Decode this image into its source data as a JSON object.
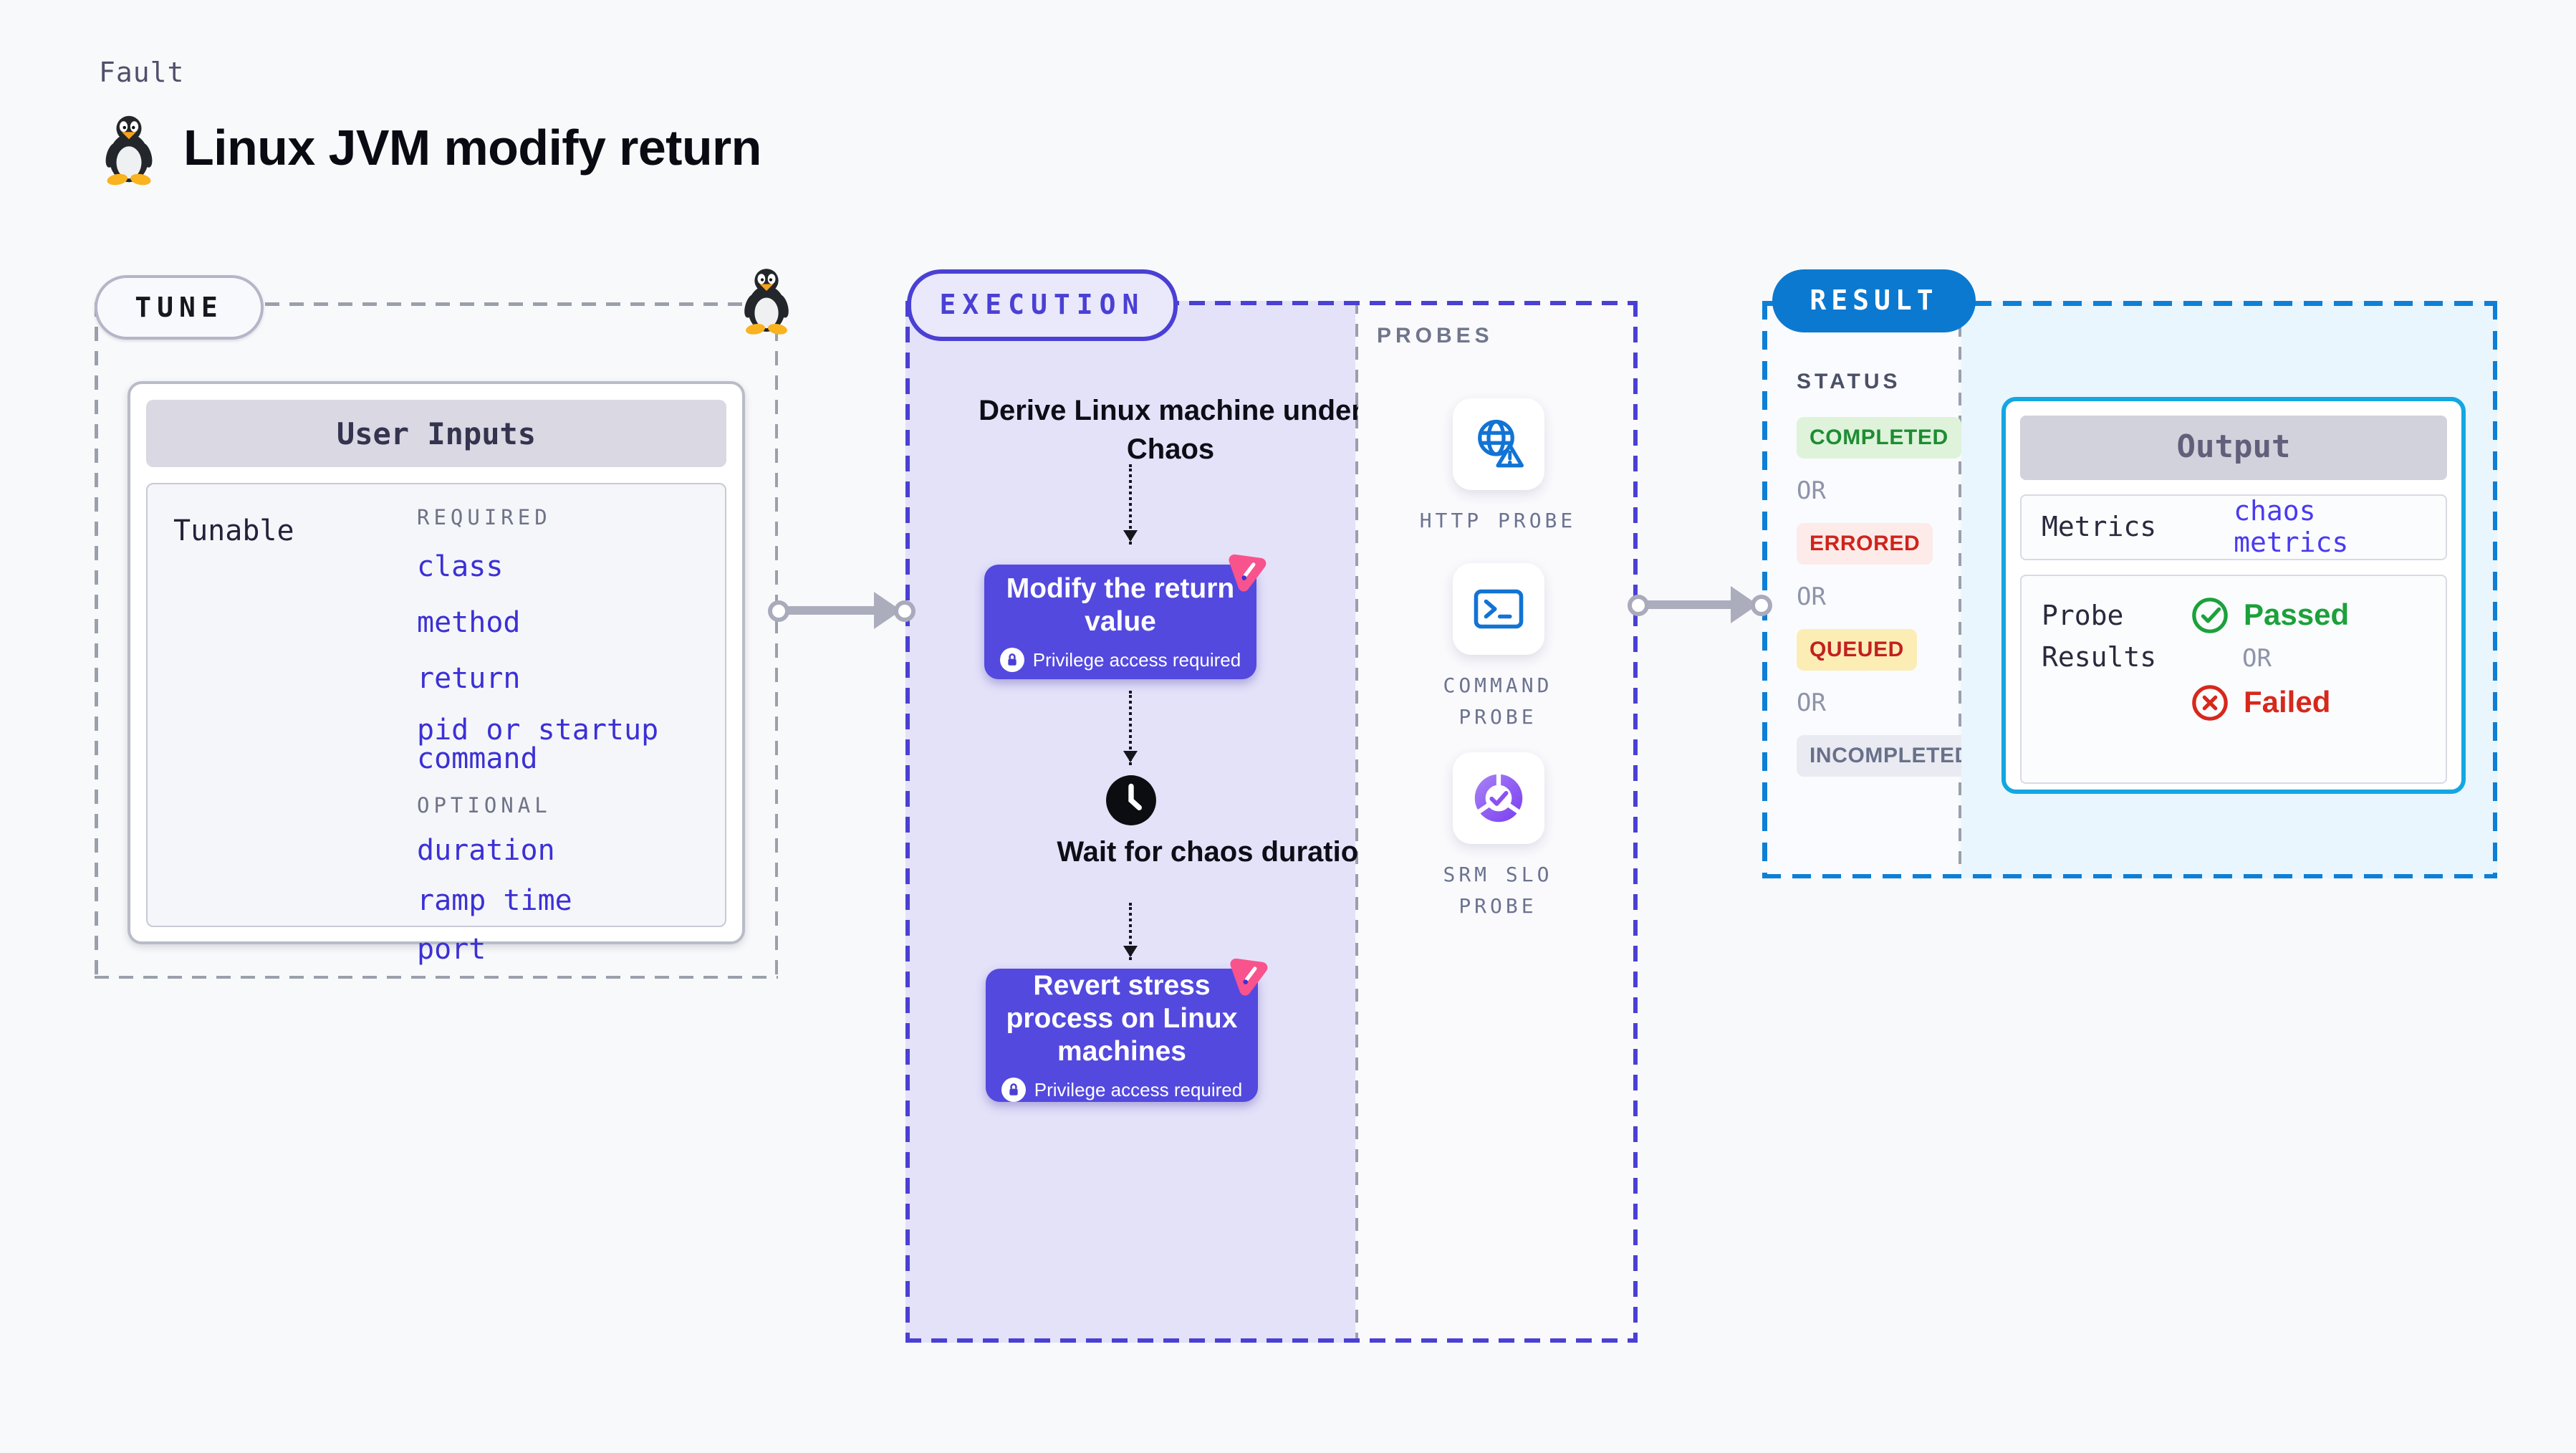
{
  "page": {
    "kicker": "Fault",
    "title": "Linux JVM modify return",
    "icon": "tux-penguin-icon"
  },
  "tune": {
    "badge": "TUNE",
    "card_title": "User Inputs",
    "row_label": "Tunable",
    "required_label": "REQUIRED",
    "required_items": [
      "class",
      "method",
      "return",
      "pid or startup command"
    ],
    "optional_label": "OPTIONAL",
    "optional_items": [
      "duration",
      "ramp time",
      "port"
    ]
  },
  "execution": {
    "badge": "EXECUTION",
    "derive_step": "Derive Linux machine under Chaos",
    "modify": {
      "label": "Modify the return value",
      "note": "Privilege access required"
    },
    "wait_step": "Wait for chaos duration",
    "revert": {
      "label": "Revert stress process on Linux machines",
      "note": "Privilege access required"
    }
  },
  "probes": {
    "label": "PROBES",
    "items": [
      {
        "name": "HTTP PROBE",
        "icon": "http-probe-globe-warning-icon"
      },
      {
        "name": "COMMAND\nPROBE",
        "icon": "command-probe-terminal-icon"
      },
      {
        "name": "SRM SLO\nPROBE",
        "icon": "srm-slo-probe-pie-check-icon"
      }
    ]
  },
  "result": {
    "badge": "RESULT",
    "status_label": "STATUS",
    "or_label": "OR",
    "statuses": [
      {
        "label": "COMPLETED",
        "bg": "#def3da",
        "fg": "#1e8c34"
      },
      {
        "label": "ERRORED",
        "bg": "#fcebe8",
        "fg": "#cf241c"
      },
      {
        "label": "QUEUED",
        "bg": "#fcedb5",
        "fg": "#c32020"
      },
      {
        "label": "INCOMPLETED",
        "bg": "#eaebf2",
        "fg": "#68708a"
      }
    ],
    "output": {
      "title": "Output",
      "metrics_label": "Metrics",
      "metrics_value": "chaos metrics",
      "probe_results_label": "Probe\nResults",
      "or_label": "OR",
      "passed_label": "Passed",
      "failed_label": "Failed"
    }
  },
  "colors": {
    "page_bg": "#f8f9fb",
    "accent_indigo": "#4a40d4",
    "button_indigo": "#5349de",
    "lavender_pane": "#e4e2f9",
    "accent_blue": "#0b79d0",
    "output_border_cyan": "#13a7e1",
    "light_blue_pane": "#e9f6fd",
    "link_indigo": "#3c30d6",
    "pink_flag": "#f8538d",
    "passed_green": "#1ca13b",
    "failed_red": "#d7281c",
    "gray_dash": "#9aa0ab"
  }
}
